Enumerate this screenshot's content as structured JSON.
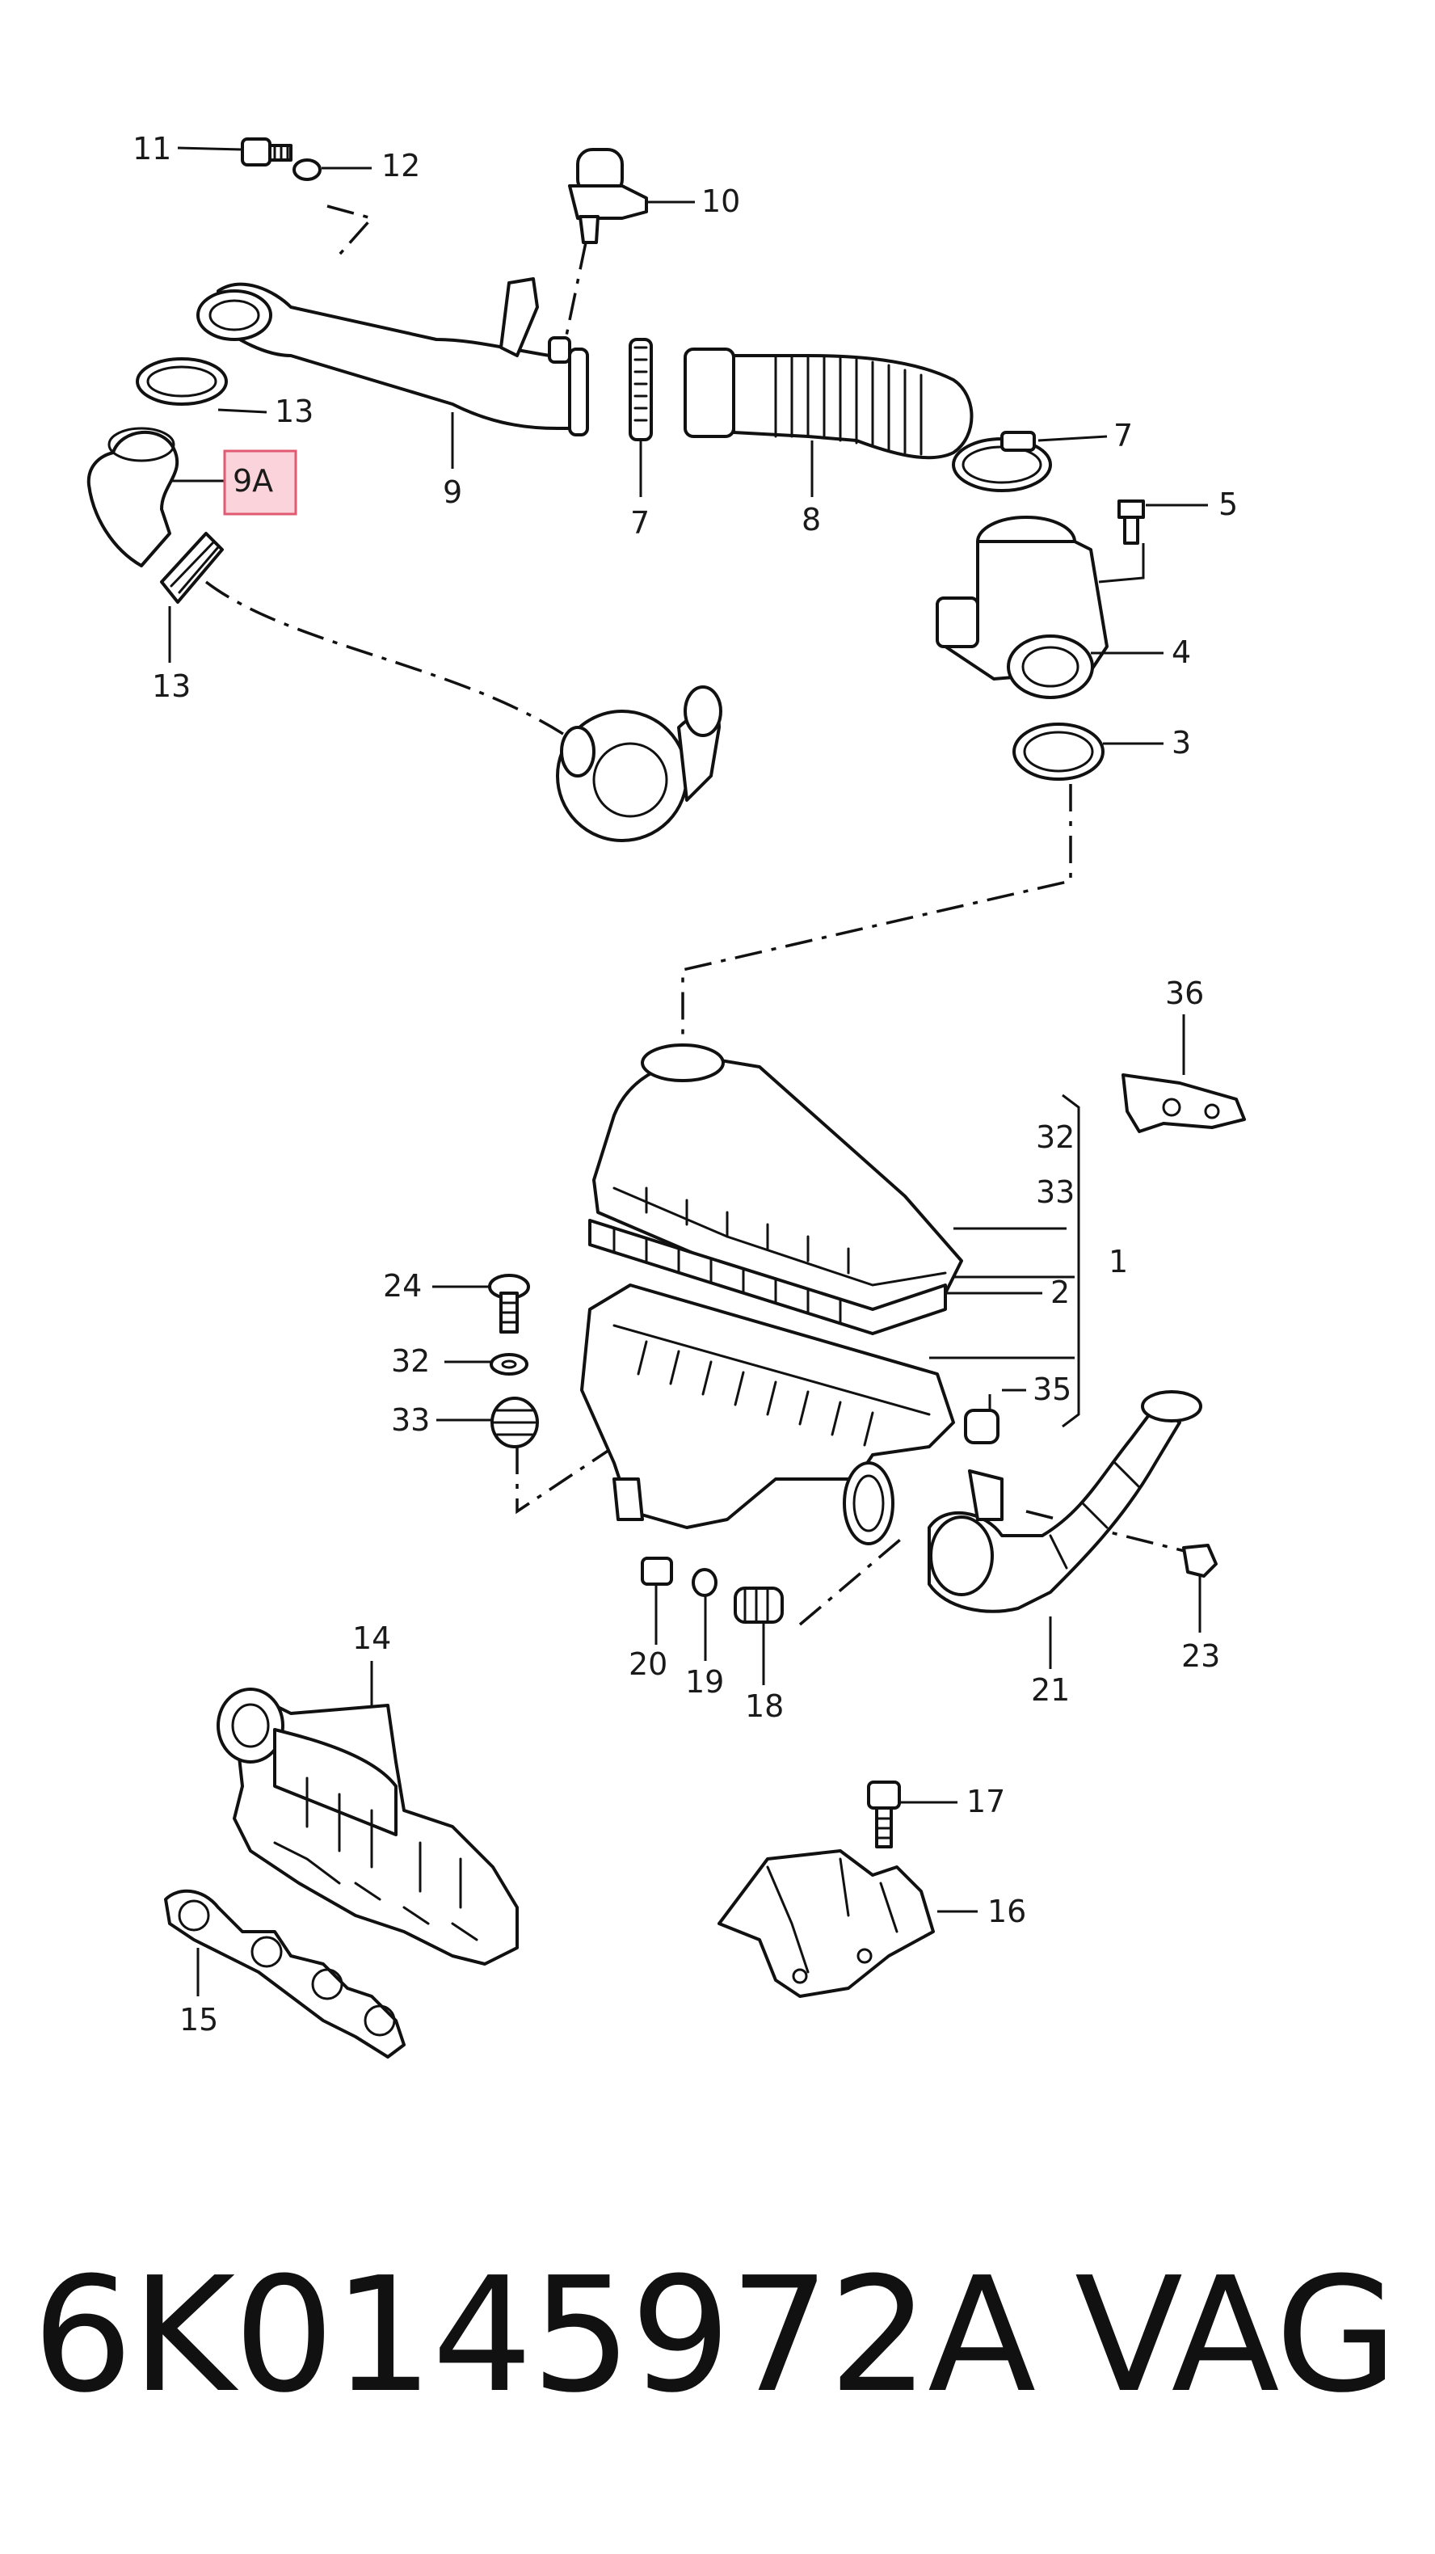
{
  "callouts": {
    "c1": "1",
    "c2": "2",
    "c3": "3",
    "c4": "4",
    "c5": "5",
    "c7a": "7",
    "c7b": "7",
    "c8": "8",
    "c9": "9",
    "c9a": "9A",
    "c10": "10",
    "c11": "11",
    "c12": "12",
    "c13a": "13",
    "c13b": "13",
    "c14": "14",
    "c15": "15",
    "c16": "16",
    "c17": "17",
    "c18": "18",
    "c19": "19",
    "c20": "20",
    "c21": "21",
    "c23": "23",
    "c24": "24",
    "c32a": "32",
    "c32b": "32",
    "c33a": "33",
    "c33b": "33",
    "c35": "35",
    "c36": "36"
  },
  "footer": {
    "part_number": "6K0145972A",
    "brand": "VAG"
  },
  "colors": {
    "highlight_fill": "#fbd3da",
    "highlight_stroke": "#e05a72",
    "line": "#111111"
  }
}
